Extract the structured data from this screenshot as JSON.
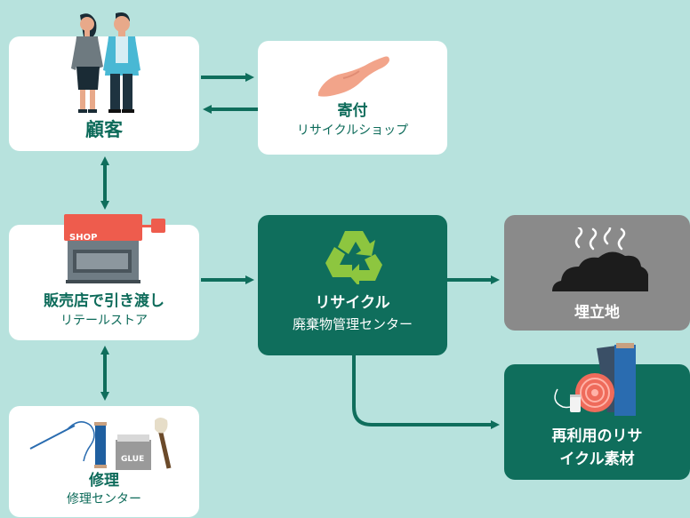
{
  "nodes": {
    "customer": {
      "title": "顧客"
    },
    "donation": {
      "title": "寄付",
      "subtitle": "リサイクルショップ"
    },
    "retail": {
      "title": "販売店で引き渡し",
      "subtitle": "リテールストア",
      "shop_sign": "SHOP"
    },
    "recycle": {
      "title": "リサイクル",
      "subtitle": "廃棄物管理センター"
    },
    "landfill": {
      "title": "埋立地"
    },
    "reuse": {
      "title_line1": "再利用のリサ",
      "title_line2": "イクル素材"
    },
    "repair": {
      "title": "修理",
      "subtitle": "修理センター",
      "glue_label": "GLUE"
    }
  },
  "colors": {
    "background": "#b7e2dd",
    "arrow": "#0f6e5c",
    "dark_box": "#0f6e5c",
    "landfill_box": "#8a8a8a",
    "white_box": "#ffffff",
    "heading_text": "#0d6b5a"
  },
  "icons": {
    "customer": "people-icon",
    "donation": "hand-icon",
    "retail": "shop-icon",
    "recycle": "recycle-icon",
    "landfill": "garbage-pile-icon",
    "reuse": "fabric-rolls-icon",
    "repair": "sewing-tools-icon"
  }
}
